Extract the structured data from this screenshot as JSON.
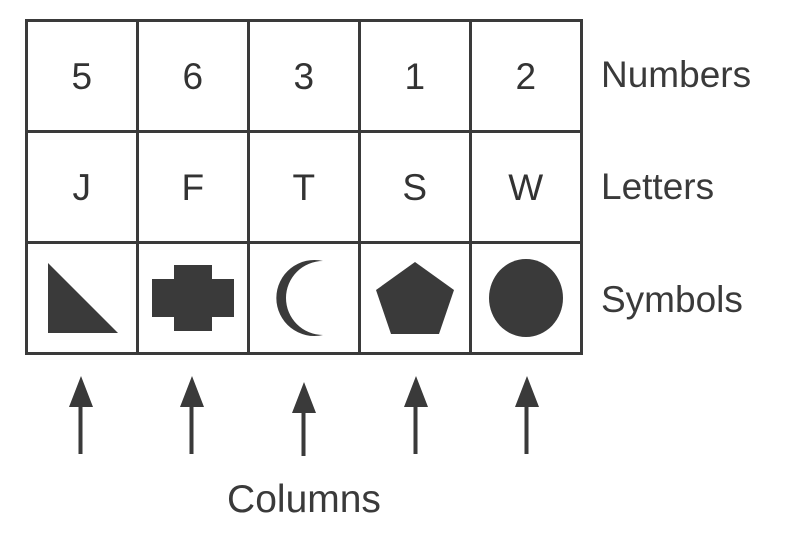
{
  "figure": {
    "fill_color": "#3a3a3a",
    "line_color": "#3a3a3a",
    "background": "#ffffff",
    "caption": "Columns"
  },
  "grid": {
    "columns": 5,
    "rows": [
      {
        "key": "numbers",
        "label": "Numbers",
        "cells": [
          {
            "text": "5",
            "kind": "text"
          },
          {
            "text": "6",
            "kind": "text"
          },
          {
            "text": "3",
            "kind": "text"
          },
          {
            "text": "1",
            "kind": "text"
          },
          {
            "text": "2",
            "kind": "text"
          }
        ]
      },
      {
        "key": "letters",
        "label": "Letters",
        "cells": [
          {
            "text": "J",
            "kind": "text"
          },
          {
            "text": "F",
            "kind": "text"
          },
          {
            "text": "T",
            "kind": "text"
          },
          {
            "text": "S",
            "kind": "text"
          },
          {
            "text": "W",
            "kind": "text"
          }
        ]
      },
      {
        "key": "symbols",
        "label": "Symbols",
        "cells": [
          {
            "text": "",
            "kind": "shape",
            "shape": "right-triangle"
          },
          {
            "text": "",
            "kind": "shape",
            "shape": "cross"
          },
          {
            "text": "",
            "kind": "shape",
            "shape": "crescent-moon"
          },
          {
            "text": "",
            "kind": "shape",
            "shape": "pentagon"
          },
          {
            "text": "",
            "kind": "shape",
            "shape": "circle"
          }
        ]
      }
    ]
  },
  "arrows": {
    "count": 5,
    "direction": "up",
    "points_to": "Columns"
  }
}
